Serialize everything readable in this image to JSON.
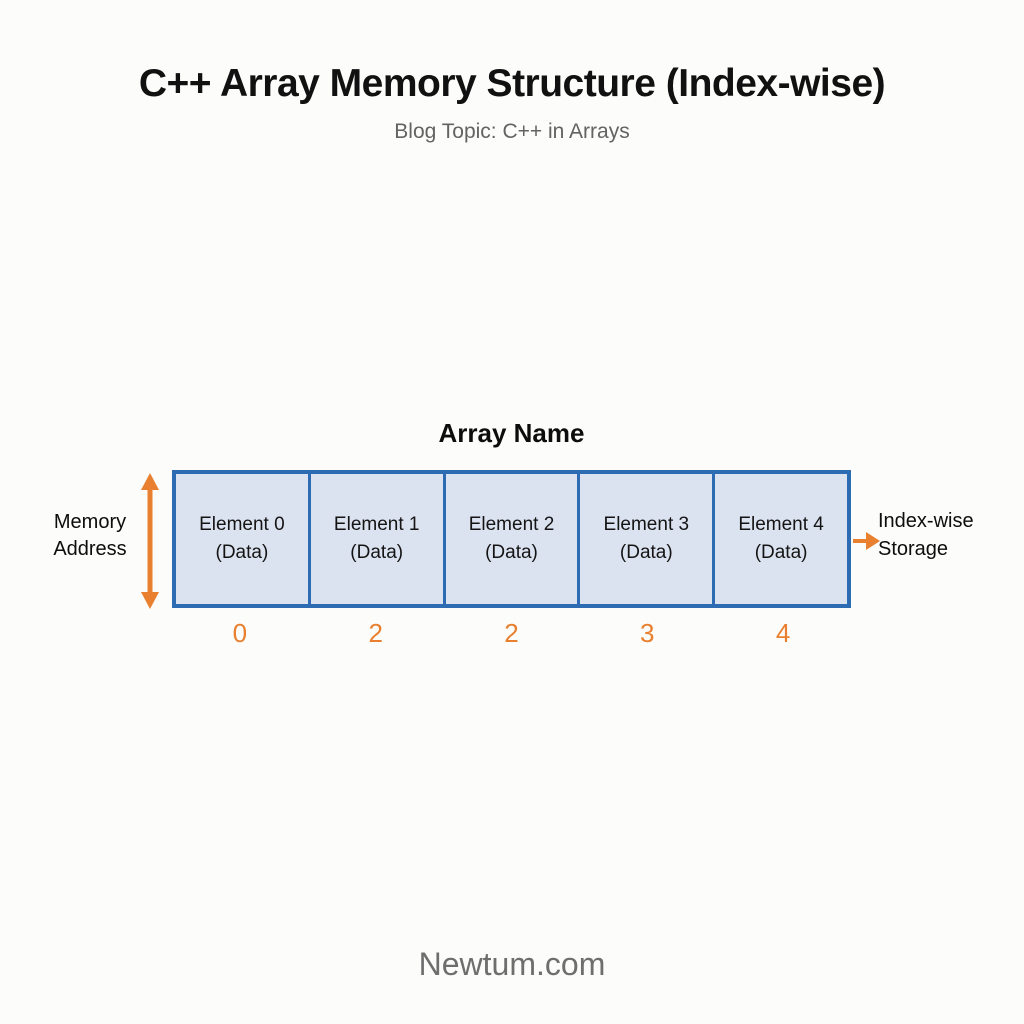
{
  "title": "C++ Array Memory Structure (Index-wise)",
  "subtitle": "Blog Topic: C++ in Arrays",
  "diagram": {
    "array_label": "Array Name",
    "memory_address_label": {
      "line1": "Memory",
      "line2": "Address"
    },
    "index_storage_label": {
      "line1": "Index-wise",
      "line2": "Storage"
    },
    "icons": {
      "left_arrow": "vertical-double-arrow-icon",
      "right_arrow": "right-arrow-icon"
    },
    "cells": [
      {
        "name": "Element 0",
        "sub": "(Data)",
        "index": "0"
      },
      {
        "name": "Element 1",
        "sub": "(Data)",
        "index": "2"
      },
      {
        "name": "Element 2",
        "sub": "(Data)",
        "index": "2"
      },
      {
        "name": "Element 3",
        "sub": "(Data)",
        "index": "3"
      },
      {
        "name": "Element 4",
        "sub": "(Data)",
        "index": "4"
      }
    ]
  },
  "footer": {
    "brand": "Newtum.com"
  },
  "colors": {
    "cell_fill": "#dce3f0",
    "cell_border": "#2d6cb3",
    "accent_orange": "#e8802f",
    "title_color": "#111111",
    "subtitle_color": "#636363",
    "footer_color": "#6e6e6e",
    "background": "#fcfcfa"
  }
}
